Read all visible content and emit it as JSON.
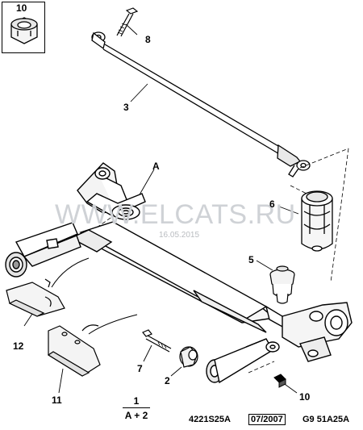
{
  "watermark": {
    "text": "WWW.ELCATS.RU",
    "date": "16.05.2015"
  },
  "callouts": {
    "c10_top": "10",
    "c8": "8",
    "c3": "3",
    "cA": "A",
    "c6": "6",
    "c5": "5",
    "c12": "12",
    "c11": "11",
    "c7": "7",
    "c2": "2",
    "c10_bottom": "10"
  },
  "legend": {
    "top": "1",
    "bottom": "A + 2"
  },
  "footer": {
    "ref": "4221S25A",
    "date": "07/2007",
    "code": "G9 51A25A"
  }
}
